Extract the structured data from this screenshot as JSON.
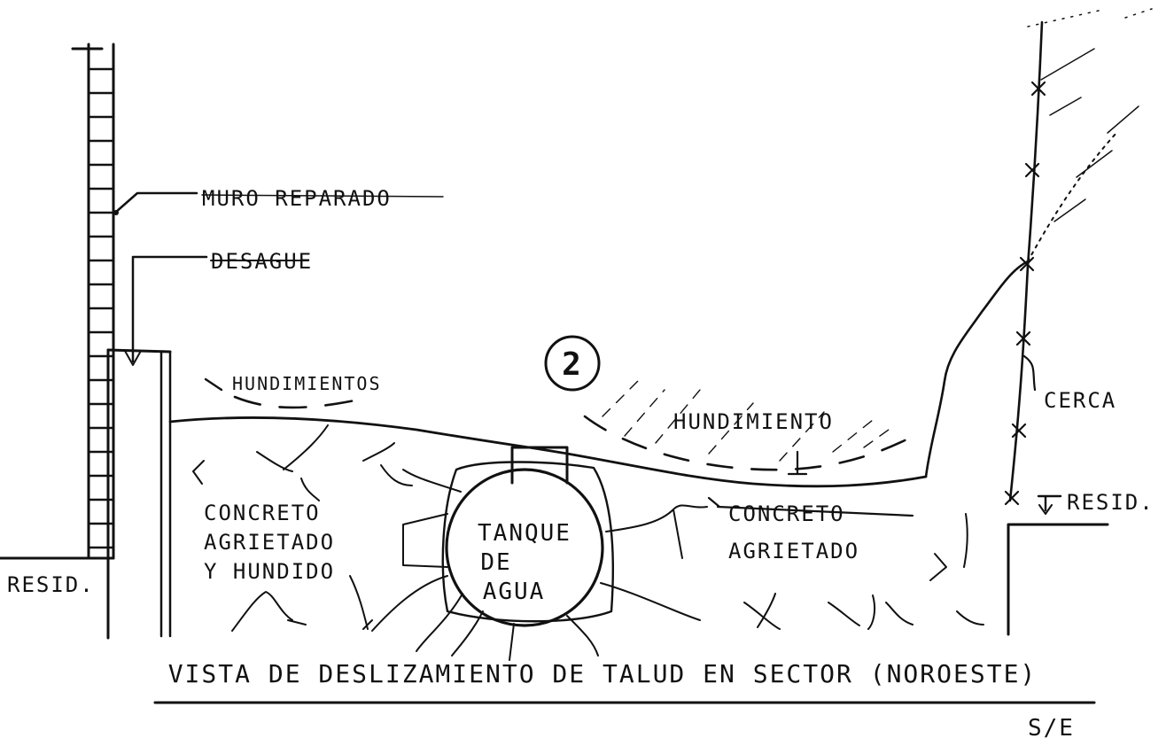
{
  "labels": {
    "muro_reparado": "MURO REPARADO",
    "desague": "DESAGUE",
    "hundimientos": "HUNDIMIENTOS",
    "hundimiento": "HUNDIMIENTO",
    "cerca": "CERCA",
    "resid_left": "RESID.",
    "resid_right": "RESID.",
    "concreto_agrietado_hundido": [
      "CONCRETO",
      "AGRIETADO",
      "Y HUNDIDO"
    ],
    "concreto_agrietado": [
      "CONCRETO",
      "AGRIETADO"
    ],
    "tanque": [
      "TANQUE",
      "DE",
      "AGUA"
    ],
    "sector_number": "2"
  },
  "title": "VISTA DE DESLIZAMIENTO DE TALUD EN SECTOR (NOROESTE)",
  "scale": "S/E"
}
